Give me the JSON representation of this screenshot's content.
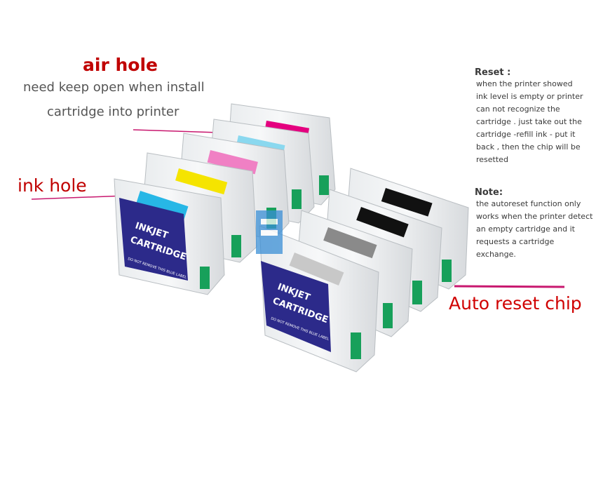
{
  "labels": {
    "air_hole_title": "air hole",
    "air_hole_line1": "need keep open when install",
    "air_hole_line2": "cartridge into printer",
    "ink_hole": "ink hole",
    "auto_reset_chip": "Auto reset chip"
  },
  "reset_note": {
    "heading": "Reset :",
    "lines": [
      "when the printer showed",
      "ink level is empty or printer",
      "can not recognize the",
      "cartridge . just take out the",
      "cartridge -refill ink - put it",
      "back , then the chip will be",
      "resetted"
    ]
  },
  "auto_note": {
    "heading": "Note:",
    "lines": [
      "the autoreset function only",
      "works when the printer detect",
      "an empty cartridge and it",
      "requests a cartridge exchange."
    ]
  },
  "cartridge_label": {
    "line1": "INKJET",
    "line2": "CARTRIDGE",
    "small": "DO NOT REMOVE THIS BLUE LABEL"
  },
  "colors": {
    "callout_line": "#c8186f",
    "title_red": "#c00000",
    "cyan": "#27b7e6",
    "light_cyan": "#8ad8ef",
    "yellow": "#f5e400",
    "magenta": "#e4007f",
    "light_magenta": "#f080c4",
    "black": "#111111",
    "grey": "#8a8a8a",
    "light_grey": "#c8c8c8",
    "label_blue": "#2c2a8a",
    "chip_green": "#17a05a"
  }
}
